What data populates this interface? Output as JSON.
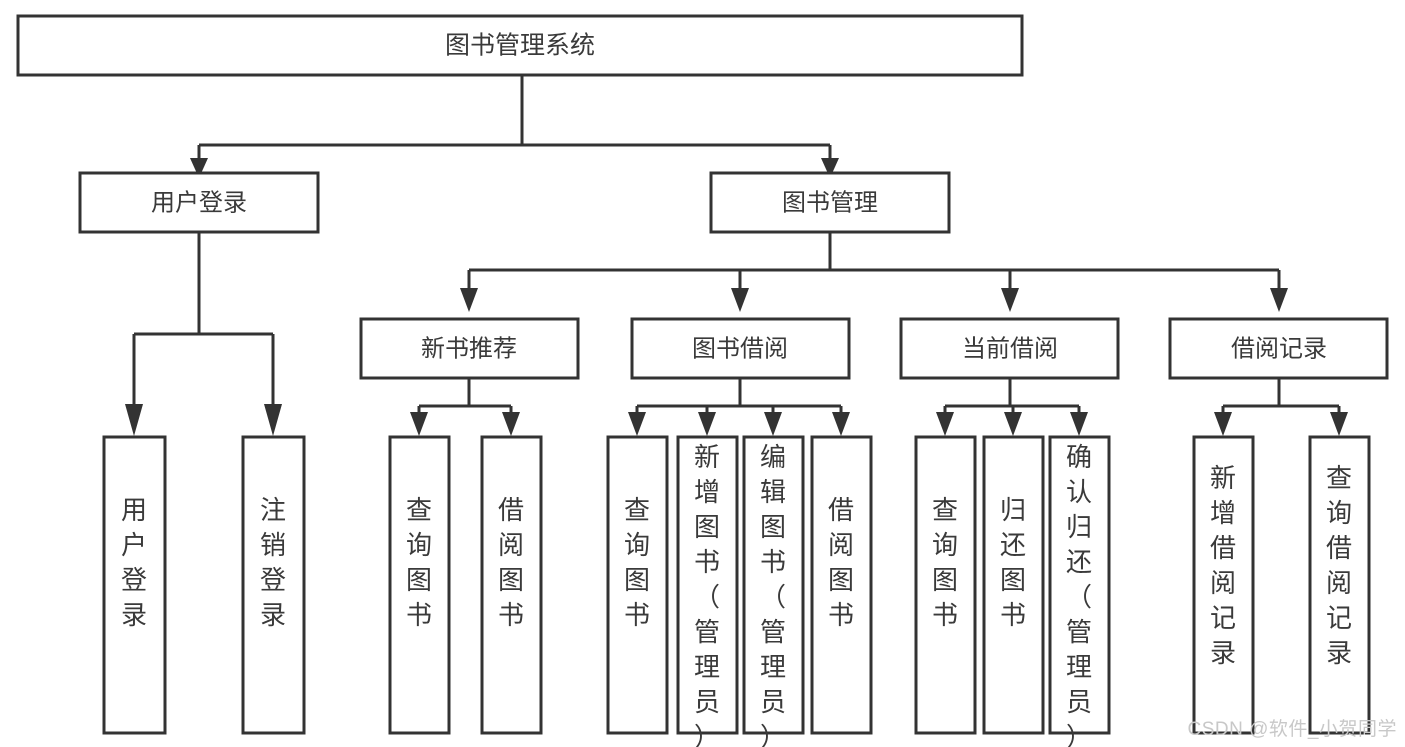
{
  "diagram": {
    "title": "图书管理系统",
    "type": "tree-hierarchy-chart",
    "root": {
      "id": "root",
      "label": "图书管理系统"
    },
    "level2": [
      {
        "id": "user-login",
        "label": "用户登录"
      },
      {
        "id": "book-manage",
        "label": "图书管理"
      }
    ],
    "level3": [
      {
        "id": "new-book-recommend",
        "label": "新书推荐"
      },
      {
        "id": "book-borrow",
        "label": "图书借阅"
      },
      {
        "id": "current-borrow",
        "label": "当前借阅"
      },
      {
        "id": "borrow-record",
        "label": "借阅记录"
      }
    ],
    "leaves": [
      {
        "id": "leaf-user-login",
        "label": "用户登录",
        "parent": "user-login"
      },
      {
        "id": "leaf-logout-login",
        "label": "注销登录",
        "parent": "user-login"
      },
      {
        "id": "leaf-query-book-1",
        "label": "查询图书",
        "parent": "new-book-recommend"
      },
      {
        "id": "leaf-borrow-book-1",
        "label": "借阅图书",
        "parent": "new-book-recommend"
      },
      {
        "id": "leaf-query-book-2",
        "label": "查询图书",
        "parent": "book-borrow"
      },
      {
        "id": "leaf-add-book",
        "label": "新增图书（管理员）",
        "parent": "book-borrow"
      },
      {
        "id": "leaf-edit-book",
        "label": "编辑图书（管理员）",
        "parent": "book-borrow"
      },
      {
        "id": "leaf-borrow-book-2",
        "label": "借阅图书",
        "parent": "book-borrow"
      },
      {
        "id": "leaf-query-book-3",
        "label": "查询图书",
        "parent": "current-borrow"
      },
      {
        "id": "leaf-return-book",
        "label": "归还图书",
        "parent": "current-borrow"
      },
      {
        "id": "leaf-confirm-return",
        "label": "确认归还（管理员）",
        "parent": "current-borrow"
      },
      {
        "id": "leaf-add-record",
        "label": "新增借阅记录",
        "parent": "borrow-record"
      },
      {
        "id": "leaf-query-record",
        "label": "查询借阅记录",
        "parent": "borrow-record"
      }
    ]
  },
  "watermark": {
    "text": "CSDN @软件_小贺同学"
  },
  "colors": {
    "box_stroke": "#333333",
    "box_fill": "#ffffff",
    "text": "#3a3a3a",
    "connector": "#333333",
    "watermark": "#c8c8c8",
    "background": "#ffffff"
  }
}
